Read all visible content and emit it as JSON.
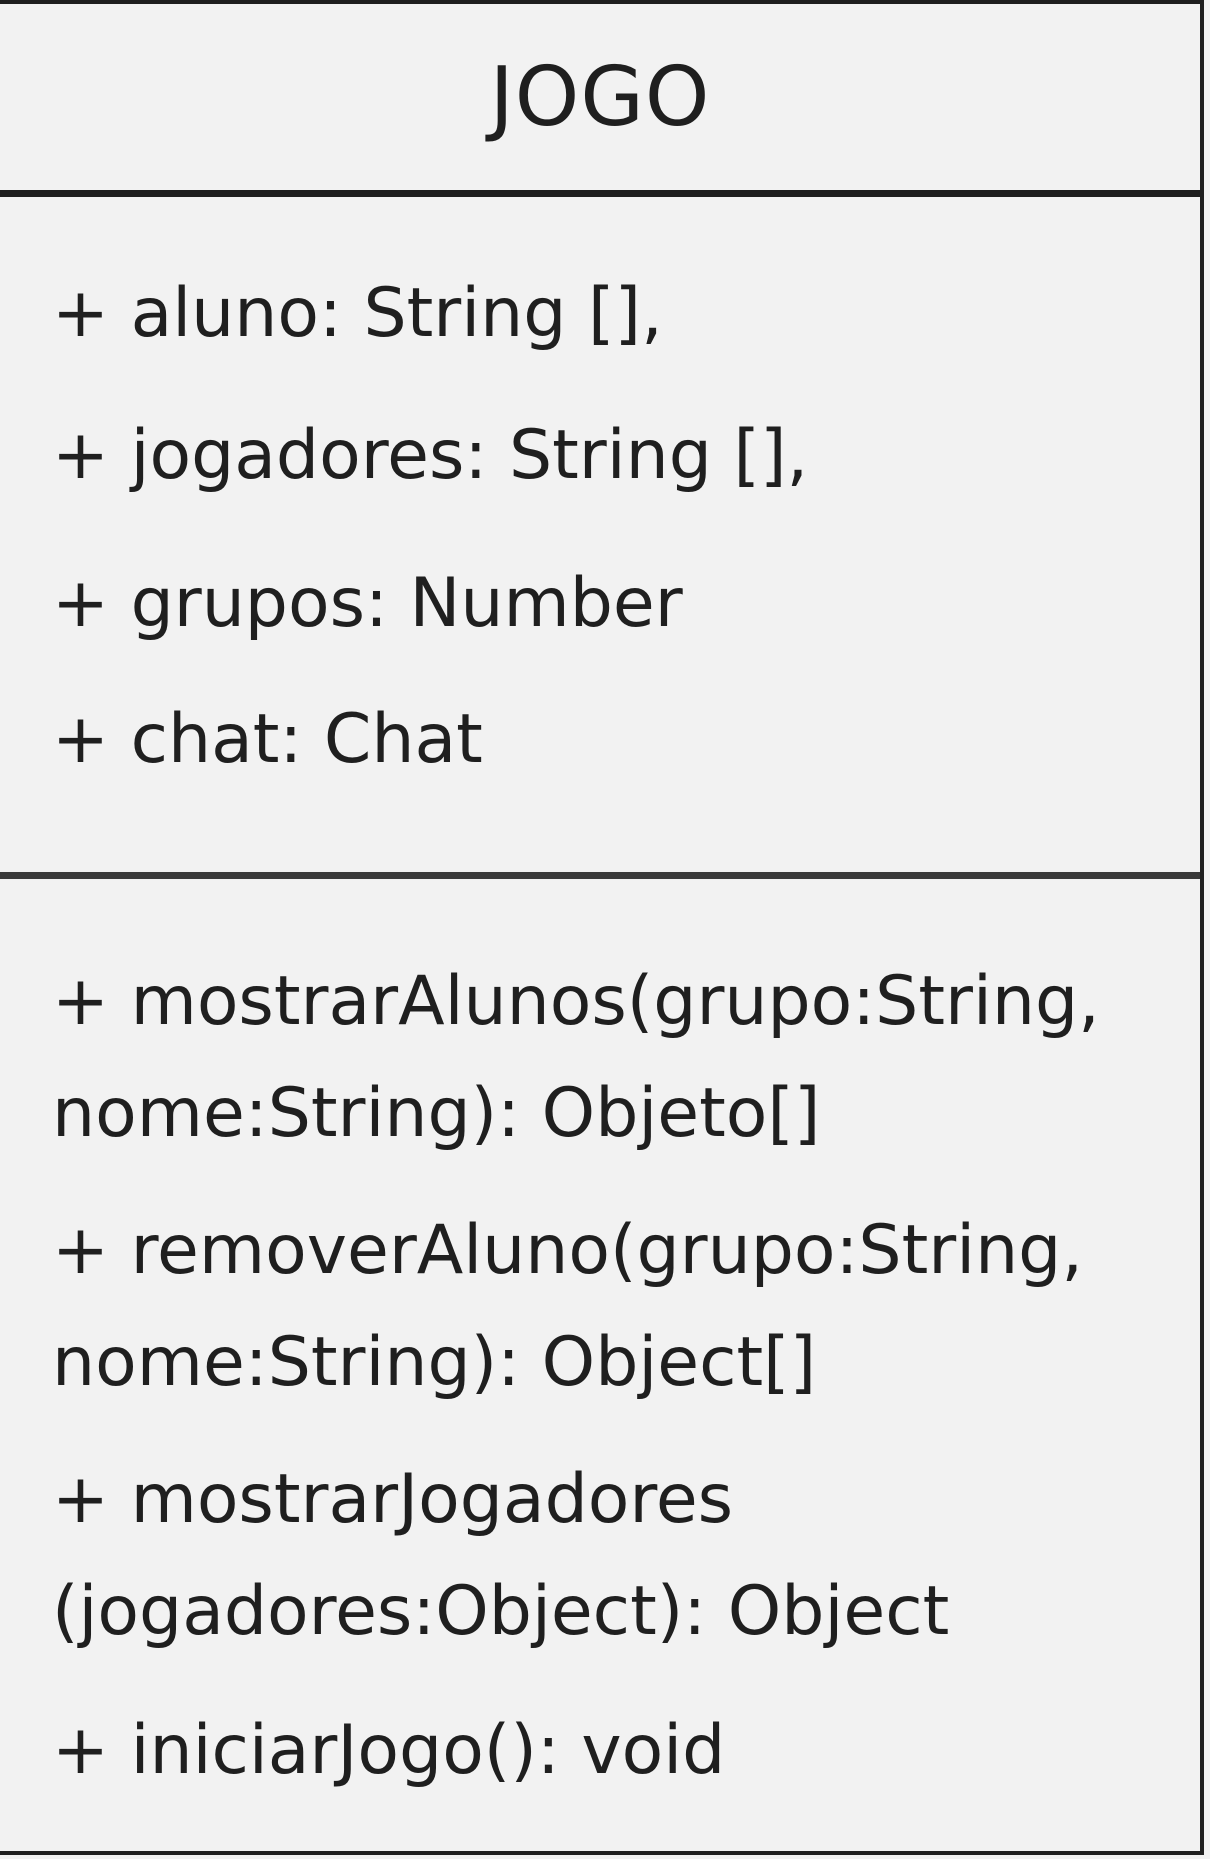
{
  "class": {
    "name": "JOGO",
    "attributes": [
      "+ aluno: String [],",
      "+ jogadores: String [],",
      "+ grupos: Number",
      "+ chat: Chat"
    ],
    "methods": [
      {
        "line1": "+ mostrarAlunos(grupo:String,",
        "line2": "nome:String): Objeto[]"
      },
      {
        "line1": "+ removerAluno(grupo:String,",
        "line2": "nome:String): Object[]"
      },
      {
        "line1": "+ mostrarJogadores",
        "line2": "(jogadores:Object): Object"
      },
      {
        "line1": "+ iniciarJogo(): void"
      }
    ]
  },
  "colors": {
    "background": "#f2f2f2",
    "border": "#1f1f1f",
    "text": "#1f1f1f"
  }
}
